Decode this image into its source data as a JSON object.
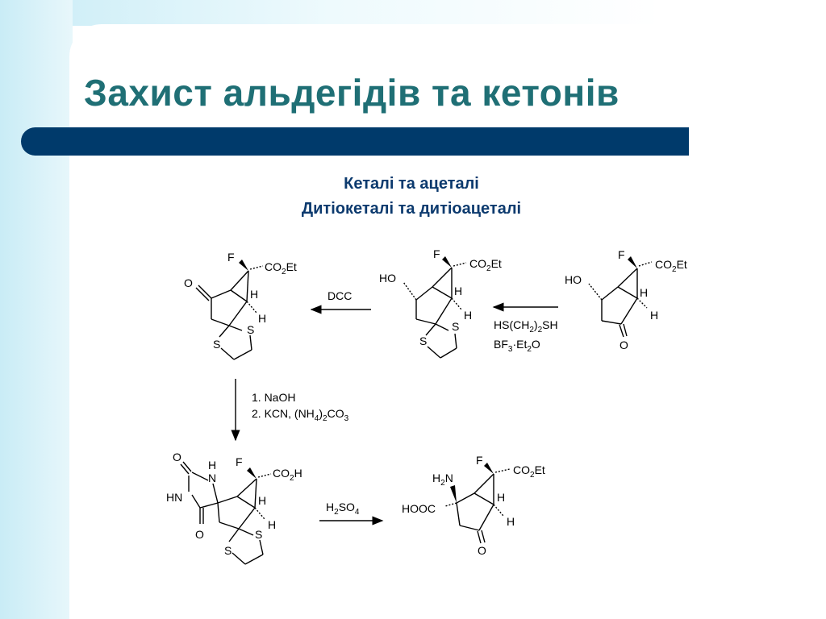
{
  "title": "Захист альдегідів та кетонів",
  "subtitle": {
    "line1": "Кеталі та ацеталі",
    "line2": "Дитіокеталі та дитіоацеталі"
  },
  "atoms": {
    "F": "F",
    "O": "O",
    "S": "S",
    "H": "H",
    "HO": "HO",
    "HN": "HN",
    "N": "N",
    "HOOC": "HOOC",
    "H2N": "H2N",
    "CO2Et": "CO2Et",
    "CO2H": "CO2H"
  },
  "reagents": {
    "step1_line1": "HS(CH2)2SH",
    "step1_line2": "BF3·Et2O",
    "step2": "DCC",
    "step3_line1": "1. NaOH",
    "step3_line2": "2. KCN, (NH4)2CO3",
    "step4": "H2SO4"
  },
  "colors": {
    "title": "#1f6f75",
    "title_bar": "#003a6b",
    "subtitle": "#0c3a6e",
    "background_accent": "#c9ecf6"
  }
}
